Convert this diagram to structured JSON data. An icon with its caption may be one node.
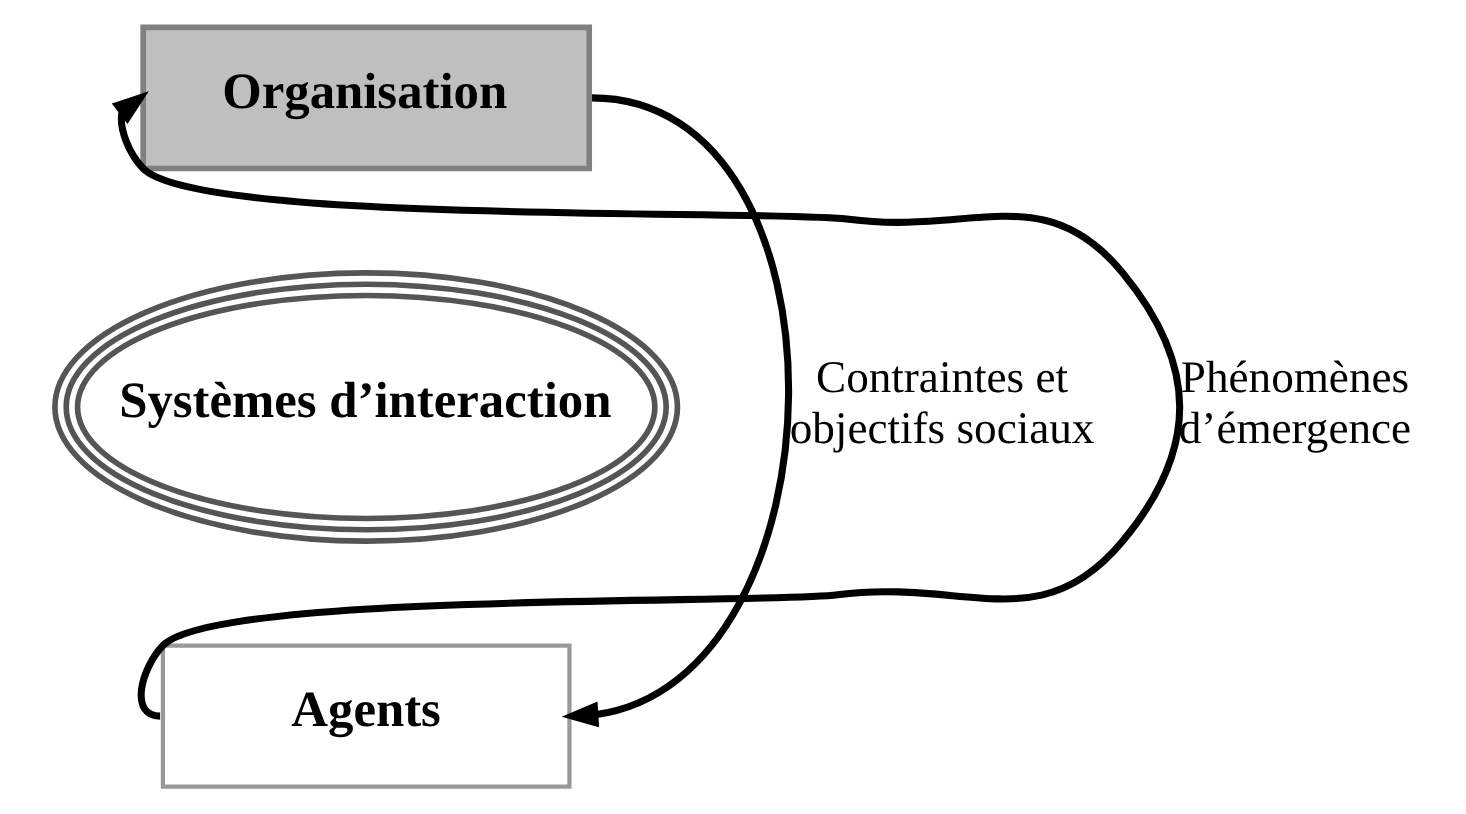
{
  "diagram": {
    "nodes": [
      {
        "text": [
          "Organisation"
        ]
      },
      {
        "text": [
          "Systèmes d’interaction"
        ]
      },
      {
        "text": [
          "Agents"
        ]
      }
    ],
    "edges": [
      {
        "from": 0,
        "to": 2,
        "arrow": "to",
        "label": "Contraintes et objectifs sociaux"
      },
      {
        "from": 2,
        "to": 0,
        "arrow": "to",
        "label": "Phénomènes d’émergence"
      }
    ]
  }
}
